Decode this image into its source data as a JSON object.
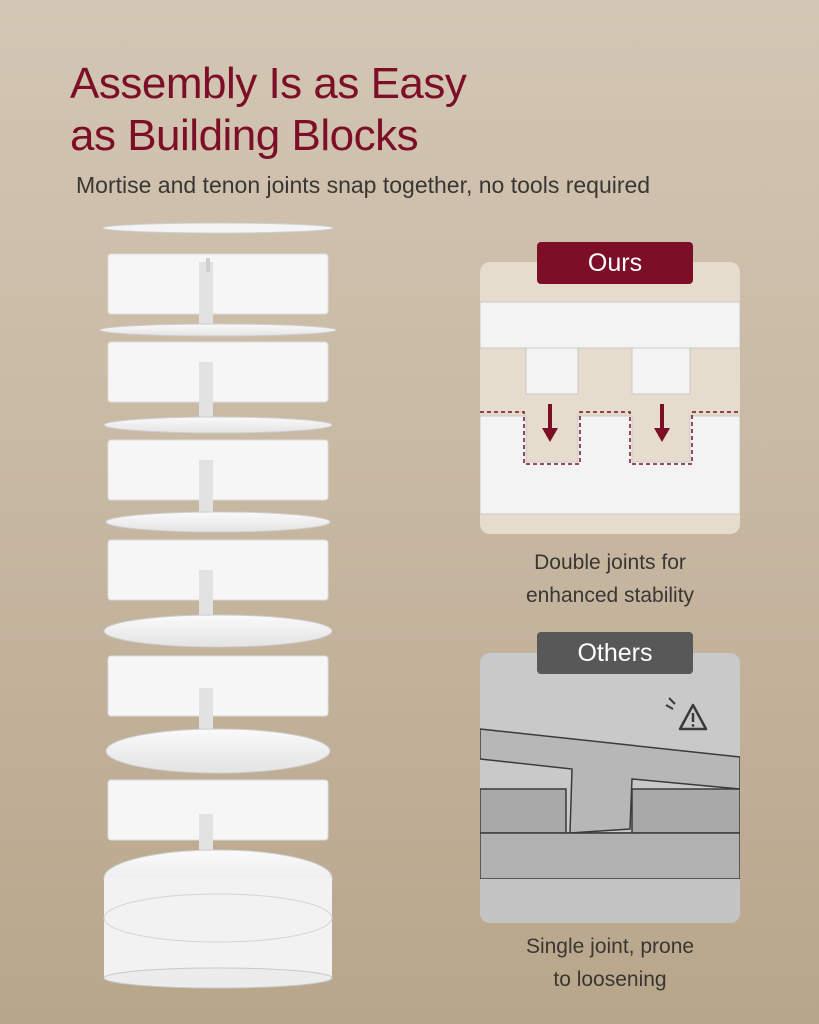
{
  "title": {
    "line1": "Assembly Is as Easy",
    "line2": "as Building Blocks"
  },
  "subtitle": "Mortise and tenon joints snap together, no tools required",
  "ours": {
    "tag": "Ours",
    "caption_line1": "Double joints for",
    "caption_line2": "enhanced stability"
  },
  "others": {
    "tag": "Others",
    "caption_line1": "Single joint, prone",
    "caption_line2": "to loosening"
  },
  "colors": {
    "accent": "#7c0f27",
    "others_tag": "#585858",
    "title": "#7c0f27"
  },
  "icons": {
    "arrows": "arrow-down-icon",
    "warning": "warning-icon"
  }
}
